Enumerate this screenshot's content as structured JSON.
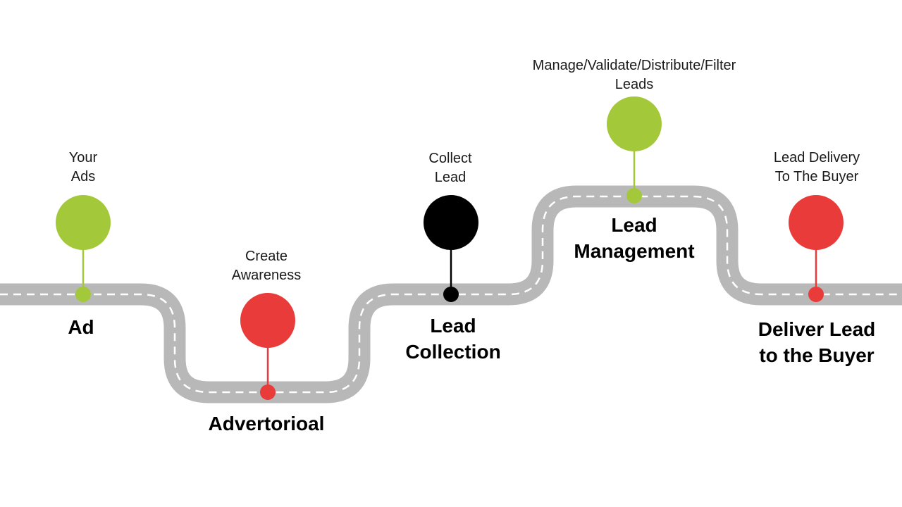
{
  "colors": {
    "road": "#b8b8b8",
    "road_dash": "#ffffff",
    "green": "#a3c93a",
    "red": "#e83b3a",
    "black": "#000000"
  },
  "milestones": [
    {
      "id": "ad",
      "title": [
        "Ad"
      ],
      "caption": [
        "Your",
        "Ads"
      ],
      "color": "green"
    },
    {
      "id": "advertorial",
      "title": [
        "Advertorioal"
      ],
      "caption": [
        "Create",
        "Awareness"
      ],
      "color": "red"
    },
    {
      "id": "lead-collection",
      "title": [
        "Lead",
        "Collection"
      ],
      "caption": [
        "Collect",
        "Lead"
      ],
      "color": "black"
    },
    {
      "id": "lead-management",
      "title": [
        "Lead",
        "Management"
      ],
      "caption": [
        "Manage/Validate/Distribute/Filter",
        "Leads"
      ],
      "color": "green"
    },
    {
      "id": "deliver-lead",
      "title": [
        "Deliver Lead",
        "to the Buyer"
      ],
      "caption": [
        "Lead Delivery",
        "To The Buyer"
      ],
      "color": "red"
    }
  ]
}
